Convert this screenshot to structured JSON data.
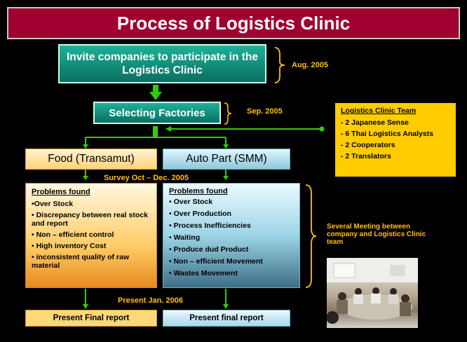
{
  "title": "Process  of Logistics Clinic",
  "steps": {
    "invite": "Invite companies to participate in the Logistics Clinic",
    "invite_date": "Aug. 2005",
    "select": "Selecting Factories",
    "select_date": "Sep. 2005"
  },
  "team": {
    "heading": "Logistics Clinic Team",
    "members": [
      "- 2 Japanese Sense",
      "- 6 Thai Logistics Analysts",
      "- 2 Cooperators",
      "- 2 Translators"
    ]
  },
  "companies": {
    "food": "Food (Transamut)",
    "auto": "Auto Part (SMM)"
  },
  "survey": "Survey  Oct – Dec. 2005",
  "problems_food": {
    "heading": "Problems found",
    "items": [
      "•Over Stock",
      "• Discrepancy between real stock and report",
      "• Non – efficient control",
      "• High inventory Cost",
      "• inconsistent quality of raw material"
    ]
  },
  "problems_auto": {
    "heading": "Problems found",
    "items": [
      "• Over Stock",
      "• Over Production",
      "• Process Inefficiencies",
      "• Waiting",
      "• Produce dud Product",
      "• Non – efficient Movement",
      "• Wastes Movement"
    ]
  },
  "meeting_note": "Several Meeting between company and Logistics Clinic team",
  "present_date": "Present Jan. 2006",
  "final": {
    "food": "Present Final report",
    "auto": "Present final report"
  },
  "colors": {
    "title_bg": "#a00030",
    "accent": "#ffc000",
    "arrow": "#33cc00",
    "team_bg": "#ffcc00"
  }
}
